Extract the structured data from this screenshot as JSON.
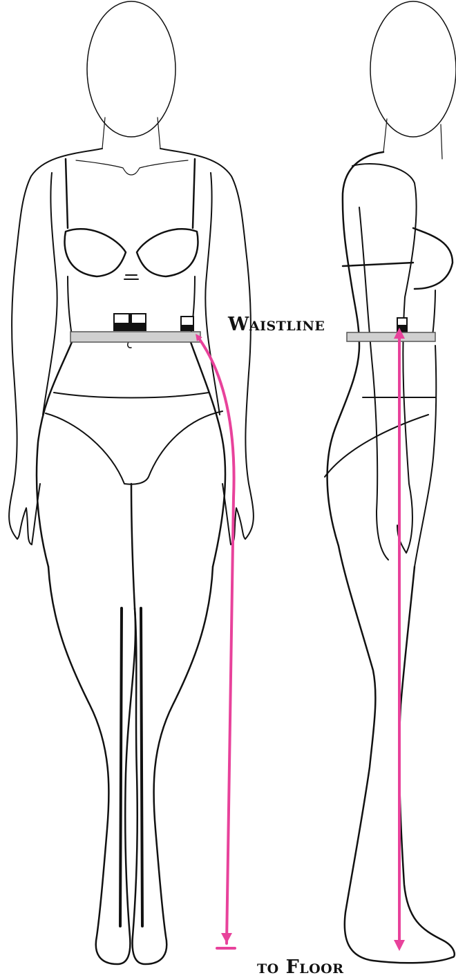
{
  "labels": {
    "waistline": "Waistline",
    "to_floor": "to Floor"
  },
  "colors": {
    "outline": "#111111",
    "measure_arrow": "#e8429b",
    "waist_band_fill": "#d0d0d0"
  },
  "figures": [
    {
      "view": "front"
    },
    {
      "view": "side"
    }
  ]
}
